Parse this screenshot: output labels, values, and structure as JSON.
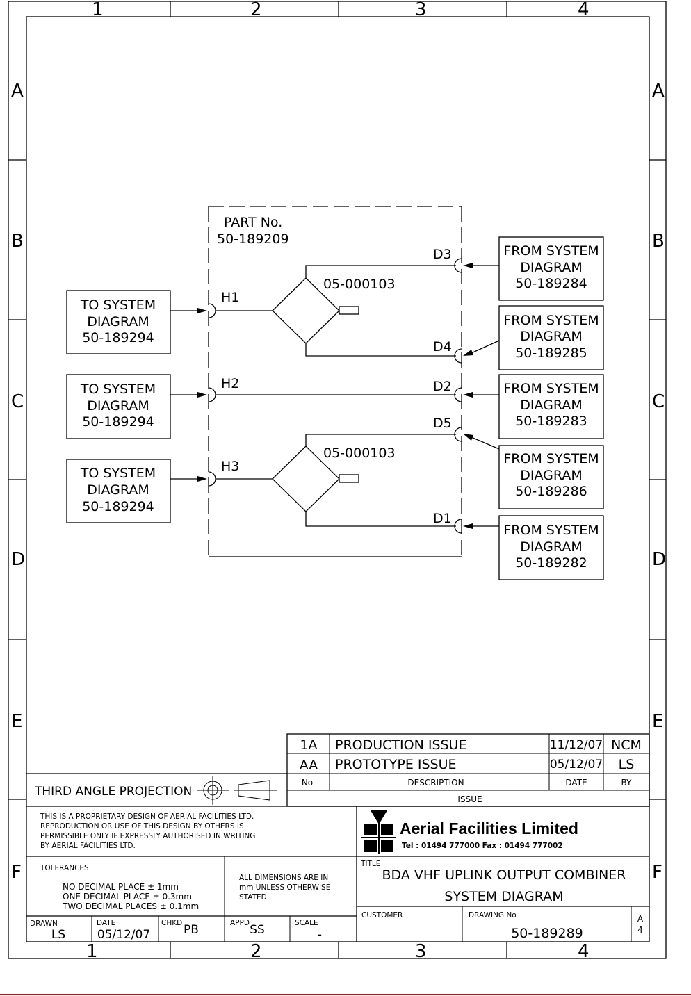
{
  "zones": {
    "columns": [
      "1",
      "2",
      "3",
      "4"
    ],
    "rows": [
      "A",
      "B",
      "C",
      "D",
      "E",
      "F"
    ]
  },
  "unit": {
    "part_label": "PART No.",
    "part_number": "50-189209",
    "combiner_upper": "05-000103",
    "combiner_lower": "05-000103",
    "ports": {
      "h1": "H1",
      "h2": "H2",
      "h3": "H3",
      "d1": "D1",
      "d2": "D2",
      "d3": "D3",
      "d4": "D4",
      "d5": "D5"
    }
  },
  "to_boxes": [
    {
      "line1": "TO SYSTEM",
      "line2": "DIAGRAM",
      "line3": "50-189294"
    },
    {
      "line1": "TO SYSTEM",
      "line2": "DIAGRAM",
      "line3": "50-189294"
    },
    {
      "line1": "TO SYSTEM",
      "line2": "DIAGRAM",
      "line3": "50-189294"
    }
  ],
  "from_boxes": [
    {
      "line1": "FROM SYSTEM",
      "line2": "DIAGRAM",
      "line3": "50-189284"
    },
    {
      "line1": "FROM SYSTEM",
      "line2": "DIAGRAM",
      "line3": "50-189285"
    },
    {
      "line1": "FROM SYSTEM",
      "line2": "DIAGRAM",
      "line3": "50-189283"
    },
    {
      "line1": "FROM SYSTEM",
      "line2": "DIAGRAM",
      "line3": "50-189286"
    },
    {
      "line1": "FROM SYSTEM",
      "line2": "DIAGRAM",
      "line3": "50-189282"
    }
  ],
  "revisions": [
    {
      "no": "1A",
      "description": "PRODUCTION ISSUE",
      "date": "11/12/07",
      "by": "NCM"
    },
    {
      "no": "AA",
      "description": "PROTOTYPE ISSUE",
      "date": "05/12/07",
      "by": "LS"
    }
  ],
  "revision_headers": {
    "no": "No",
    "description": "DESCRIPTION",
    "date": "DATE",
    "by": "BY",
    "issue": "ISSUE"
  },
  "projection": "THIRD ANGLE PROJECTION",
  "proprietary": [
    "THIS IS A PROPRIETARY DESIGN OF AERIAL FACILITIES LTD.",
    "REPRODUCTION OR USE OF THIS DESIGN BY OTHERS IS",
    "PERMISSIBLE ONLY IF EXPRESSLY AUTHORISED IN WRITING",
    "BY AERIAL FACILITIES LTD."
  ],
  "company": {
    "name": "Aerial Facilities Limited",
    "contact": "Tel : 01494 777000 Fax : 01494 777002"
  },
  "tolerances": {
    "label": "TOLERANCES",
    "lines": [
      "NO DECIMAL PLACE ± 1mm",
      "ONE DECIMAL PLACE ± 0.3mm",
      "TWO DECIMAL PLACES ± 0.1mm"
    ]
  },
  "dimensions_note": [
    "ALL DIMENSIONS ARE IN",
    "mm UNLESS OTHERWISE",
    "STATED"
  ],
  "title_block": {
    "title_label": "TITLE",
    "title_line1": "BDA VHF UPLINK OUTPUT COMBINER",
    "title_line2": "SYSTEM DIAGRAM",
    "customer_label": "CUSTOMER",
    "drawing_no_label": "DRAWING No",
    "drawing_no": "50-189289",
    "sheet_size_1": "A",
    "sheet_size_2": "4"
  },
  "approvals": {
    "drawn_label": "DRAWN",
    "drawn": "LS",
    "date_label": "DATE",
    "date": "05/12/07",
    "chkd_label": "CHKD",
    "chkd": "PB",
    "appd_label": "APPD",
    "appd": "SS",
    "scale_label": "SCALE",
    "scale": "-"
  }
}
